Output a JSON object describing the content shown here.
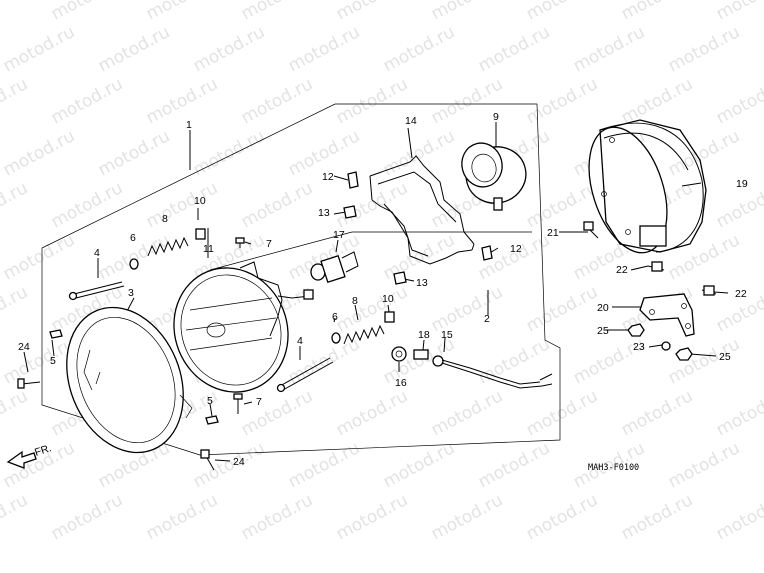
{
  "watermark": {
    "text": "motod.ru"
  },
  "diagram": {
    "code": "MAH3-F0100",
    "direction_label": "FR.",
    "callouts": {
      "c1": "1",
      "c2": "2",
      "c3": "3",
      "c4a": "4",
      "c4b": "4",
      "c5a": "5",
      "c5b": "5",
      "c6a": "6",
      "c6b": "6",
      "c7a": "7",
      "c7b": "7",
      "c8a": "8",
      "c8b": "8",
      "c9": "9",
      "c10a": "10",
      "c10b": "10",
      "c11": "11",
      "c12a": "12",
      "c12b": "12",
      "c13a": "13",
      "c13b": "13",
      "c14": "14",
      "c15": "15",
      "c16": "16",
      "c17": "17",
      "c18": "18",
      "c19": "19",
      "c20": "20",
      "c21": "21",
      "c22a": "22",
      "c22b": "22",
      "c23": "23",
      "c24a": "24",
      "c24b": "24",
      "c25a": "25",
      "c25b": "25"
    }
  }
}
